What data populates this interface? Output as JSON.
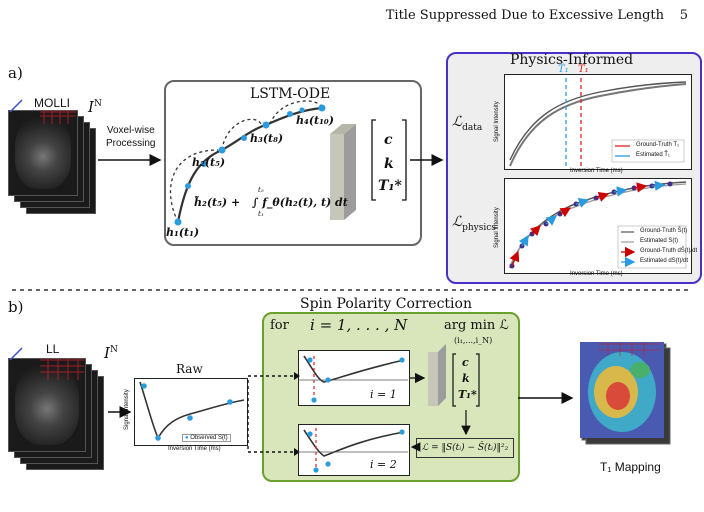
{
  "header": {
    "running_title": "Title Suppressed Due to Excessive Length",
    "page_number": "5"
  },
  "panel_a": {
    "label": "a)",
    "molli_label": "MOLLI",
    "stack_label": "I",
    "stack_sup": "N",
    "voxelwise_line1": "Voxel-wise",
    "voxelwise_line2": "Processing",
    "lstm_title": "LSTM-ODE",
    "h1": "h₁(t₁)",
    "h2t5": "h₂(t₅)",
    "h3": "h₃(t₈)",
    "h4": "h₄(t₁₀)",
    "h2tilde": "h̃₂(t₅) +",
    "ode_integral": "∫ f_θ(h₂(t), t) dt",
    "int_upper": "t₅",
    "int_lower": "t₁",
    "params": [
      "c",
      "k",
      "T₁*"
    ],
    "physics_title": "Physics-Informed",
    "loss_data": "ℒ",
    "loss_data_sub": "data",
    "loss_physics": "ℒ",
    "loss_physics_sub": "physics",
    "t1_hat": "T̂₁",
    "t1": "T₁",
    "ylabel": "Signal Intensity",
    "xlabel": "Inversion Time (ms)",
    "legend_data": [
      "Ground-Truth T₁",
      "Estimated T̂₁"
    ],
    "legend_physics": [
      "Ground-Truth Ŝ(t)",
      "Estimated S(t)",
      "Ground-Truth dŜ(t)/dt",
      "Estimated dS(t)/dt"
    ]
  },
  "panel_b": {
    "label": "b)",
    "ll_label": "LL",
    "stack_label": "I",
    "stack_sup": "N",
    "raw_title": "Raw",
    "ylabel": "Signal Intensity",
    "xlabel": "Inversion Time (ms)",
    "legend_raw": "Observed S(t)",
    "spc_title": "Spin Polarity Correction",
    "for_text": "for",
    "loop_expr": "i = 1, . . . , N",
    "argmin": "arg min ℒ",
    "argmin_sub": "(i₁,...,i_N)",
    "i1": "i = 1",
    "i2": "i = 2",
    "params": [
      "c",
      "k",
      "T₁*"
    ],
    "loss_eq": "ℒ = ‖S(tᵢ) − Ŝ(tᵢ)‖²₂",
    "t1_mapping": "T₁ Mapping"
  }
}
